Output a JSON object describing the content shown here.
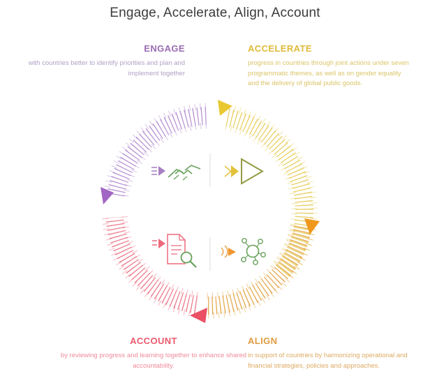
{
  "title": "Engage, Accelerate, Align, Account",
  "quadrants": [
    {
      "id": "engage",
      "heading": "ENGAGE",
      "body": "with countries better to identify priorities and plan and implement together",
      "heading_color": "#9b6cb3",
      "body_color": "#b0a0c4",
      "arc_color": "#b894d2",
      "arrow_color": "#a266c4",
      "icon": "handshake-icon"
    },
    {
      "id": "accelerate",
      "heading": "ACCELERATE",
      "body": "progress in countries through joint actions under seven programmatic themes, as well as on gender equality and the delivery of global public goods.",
      "heading_color": "#dfba3a",
      "body_color": "#dbc468",
      "arc_color": "#e7cf63",
      "arrow_color": "#e9c832",
      "icon": "play-icon"
    },
    {
      "id": "align",
      "heading": "ALIGN",
      "body": "in support of countries by harmonizing operational and financial strategies, policies and approaches.",
      "heading_color": "#df9c3e",
      "body_color": "#dcaa62",
      "arc_color": "#e5a94f",
      "arrow_color": "#f0981c",
      "icon": "community-icon"
    },
    {
      "id": "account",
      "heading": "ACCOUNT",
      "body": "by reviewing progress and learning together to enhance shared accountability.",
      "heading_color": "#ec5a6e",
      "body_color": "#ee8b99",
      "arc_color": "#ec7c8b",
      "arrow_color": "#ea4f63",
      "icon": "document-review-icon"
    }
  ],
  "icons": [
    {
      "name": "handshake-icon",
      "represents": "engage"
    },
    {
      "name": "play-icon",
      "represents": "accelerate"
    },
    {
      "name": "community-icon",
      "represents": "align"
    },
    {
      "name": "document-review-icon",
      "represents": "account"
    }
  ],
  "colors": {
    "background": "#ffffff",
    "title_text": "#3b3b3b",
    "icon_green": "#67a15b",
    "divider": "#dedede"
  }
}
